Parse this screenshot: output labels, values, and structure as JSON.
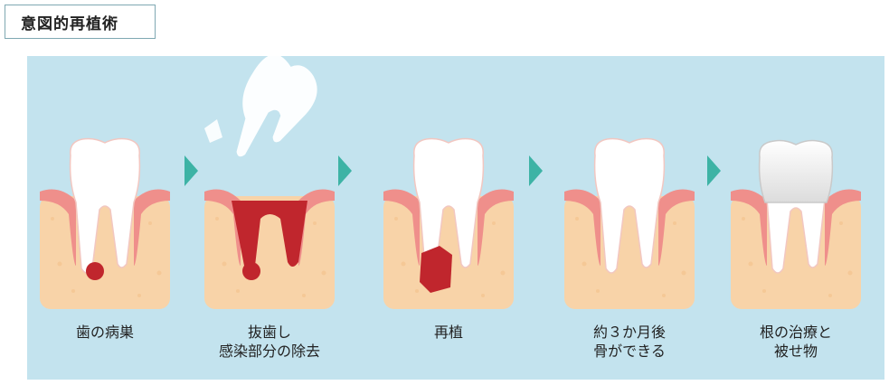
{
  "page": {
    "title": "意図的再植術"
  },
  "steps": [
    {
      "label_lines": [
        "歯の病巣"
      ]
    },
    {
      "label_lines": [
        "抜歯し",
        "感染部分の除去"
      ]
    },
    {
      "label_lines": [
        "再植"
      ]
    },
    {
      "label_lines": [
        "約３か月後",
        "骨ができる"
      ]
    },
    {
      "label_lines": [
        "根の治療と",
        "被せ物"
      ]
    }
  ],
  "colors": {
    "panel_bg": "#c3e3ee",
    "bone": "#f8d3a8",
    "gum": "#ef8f8b",
    "tooth": "#ffffff",
    "infection": "#c0262d",
    "arrow": "#3db3a5"
  },
  "icons": [
    "right-arrow-icon"
  ]
}
